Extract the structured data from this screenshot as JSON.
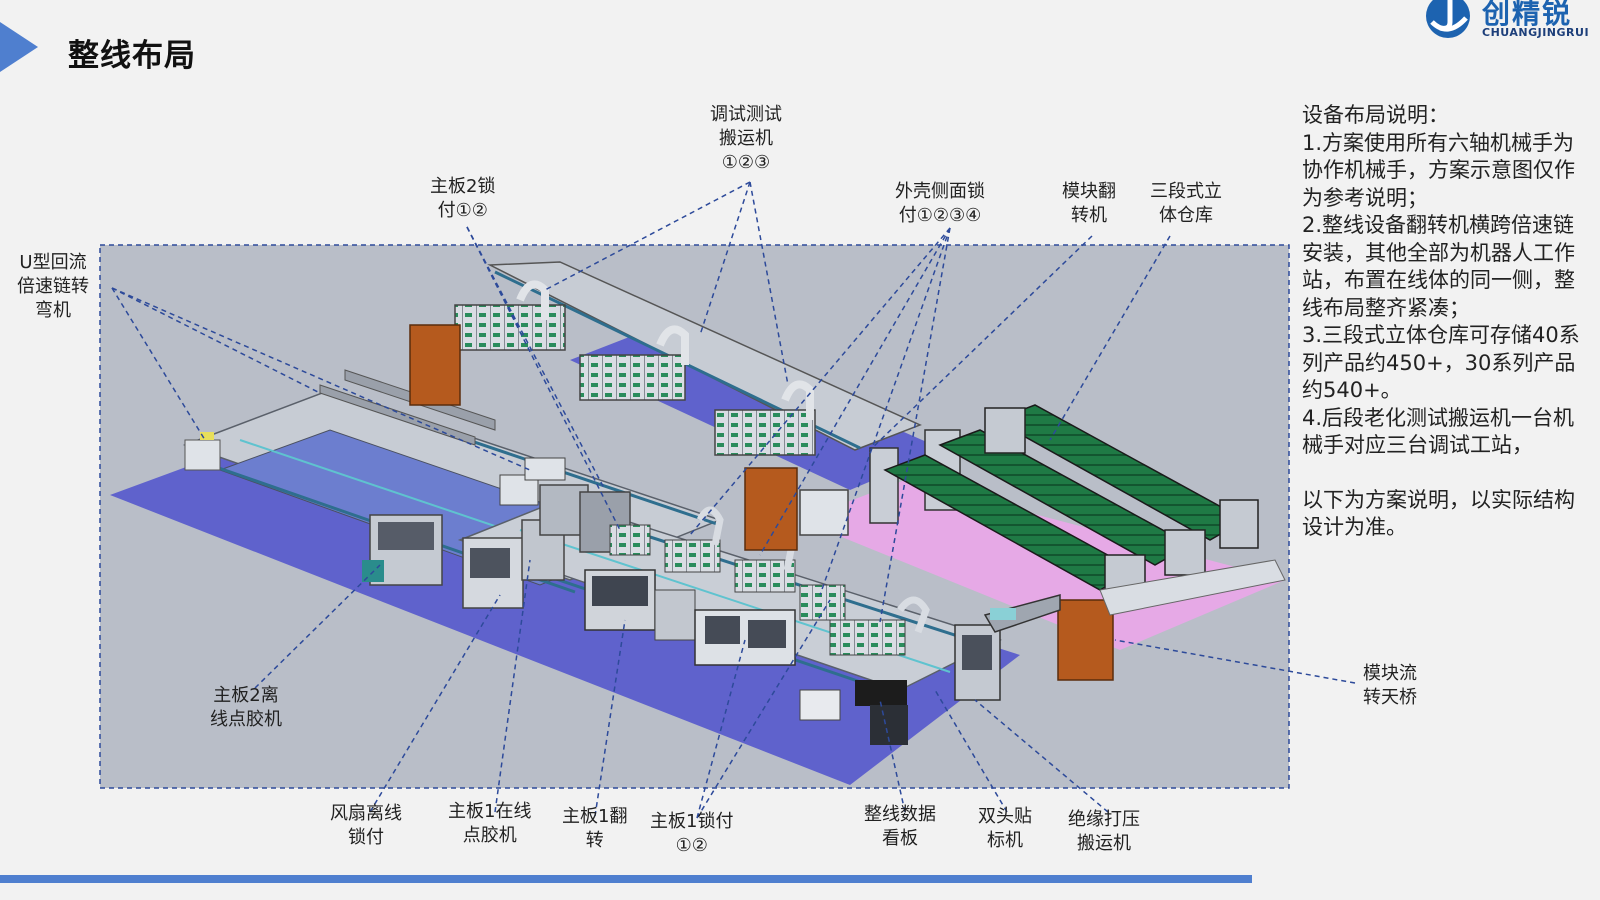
{
  "header": {
    "title": "整线布局"
  },
  "logo": {
    "brand_cn": "创精锐",
    "brand_en": "CHUANGJINGRUI"
  },
  "notes": [
    "设备布局说明：",
    "1.方案使用所有六轴机械手为协作机械手，方案示意图仅作为参考说明；",
    "2.整线设备翻转机横跨倍速链安装，其他全部为机器人工作站，布置在线体的同一侧，整线布局整齐紧凑；",
    "3.三段式立体仓库可存储40系列产品约450+，30系列产品约540+。",
    "4.后段老化测试搬运机一台机械手对应三台调试工站，",
    "",
    "以下为方案说明，以实际结构设计为准。"
  ],
  "labels": {
    "u_return": [
      "U型回流",
      "倍速链转",
      "弯机"
    ],
    "board2_lock": [
      "主板2锁",
      "付①②"
    ],
    "debug_transfer": [
      "调试测试",
      "搬运机",
      "①②③"
    ],
    "shell_side_lock": [
      "外壳侧面锁",
      "付①②③④"
    ],
    "module_flip": [
      "模块翻",
      "转机"
    ],
    "warehouse": [
      "三段式立",
      "体仓库"
    ],
    "board2_offline_glue": [
      "主板2离",
      "线点胶机"
    ],
    "module_bridge": [
      "模块流",
      "转天桥"
    ],
    "fan_offline_lock": [
      "风扇离线",
      "锁付"
    ],
    "board1_online_glue": [
      "主板1在线",
      "点胶机"
    ],
    "board1_flip": [
      "主板1翻",
      "转"
    ],
    "board1_lock": [
      "主板1锁付",
      "①②"
    ],
    "line_dashboard": [
      "整线数据",
      "看板"
    ],
    "double_label": [
      "双头贴",
      "标机"
    ],
    "insulation_press": [
      "绝缘打压",
      "搬运机"
    ]
  },
  "colors": {
    "accent_blue": "#4f7fcf",
    "floor_blue": "#5f62cc",
    "floor_pink": "#e6a9e6",
    "cabinet_brown": "#b55a1e",
    "rack_green": "#1f7a45",
    "frame_gray": "#b8bdc6"
  }
}
